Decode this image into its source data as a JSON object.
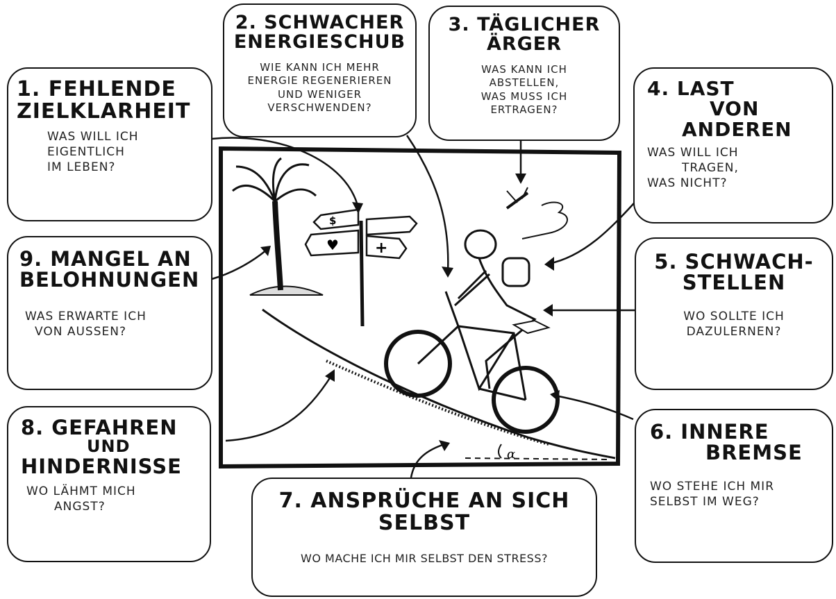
{
  "cards": {
    "c1": {
      "title1": "1. FEHLENDE",
      "title2": "ZIELKLARHEIT",
      "q1": "WAS WILL ICH",
      "q2": "EIGENTLICH",
      "q3": "IM LEBEN?"
    },
    "c2": {
      "title1": "2. SCHWACHER",
      "title2": "ENERGIESCHUB",
      "q1": "WIE KANN ICH MEHR",
      "q2": "ENERGIE REGENERIEREN",
      "q3": "UND WENIGER",
      "q4": "VERSCHWENDEN?"
    },
    "c3": {
      "title1": "3. TÄGLICHER",
      "title2": "ÄRGER",
      "q1": "WAS KANN ICH",
      "q2": "ABSTELLEN,",
      "q3": "WAS MUSS ICH",
      "q4": "ERTRAGEN?"
    },
    "c4": {
      "title1": "4. LAST",
      "title2": "VON",
      "title3": "ANDEREN",
      "q1": "WAS WILL ICH",
      "q2": "TRAGEN,",
      "q3": "WAS NICHT?"
    },
    "c5": {
      "title1": "5. SCHWACH-",
      "title2": "STELLEN",
      "q1": "WO SOLLTE ICH",
      "q2": "DAZULERNEN?"
    },
    "c6": {
      "title1": "6. INNERE",
      "title2": "BREMSE",
      "q1": "WO STEHE ICH MIR",
      "q2": "SELBST IM WEG?"
    },
    "c7": {
      "title1": "7. ANSPRÜCHE AN SICH",
      "title2": "SELBST",
      "q1": "WO MACHE ICH MIR SELBST DEN STRESS?"
    },
    "c8": {
      "title1": "8. GEFAHREN",
      "title2": "UND",
      "title3": "HINDERNISSE",
      "q1": "WO LÄHMT MICH",
      "q2": "ANGST?"
    },
    "c9": {
      "title1": "9. MANGEL AN",
      "title2": "BELOHNUNGEN",
      "q1": "WAS ERWARTE ICH",
      "q2": "VON AUSSEN?"
    }
  },
  "scene": {
    "slope_angle_label": "α"
  }
}
